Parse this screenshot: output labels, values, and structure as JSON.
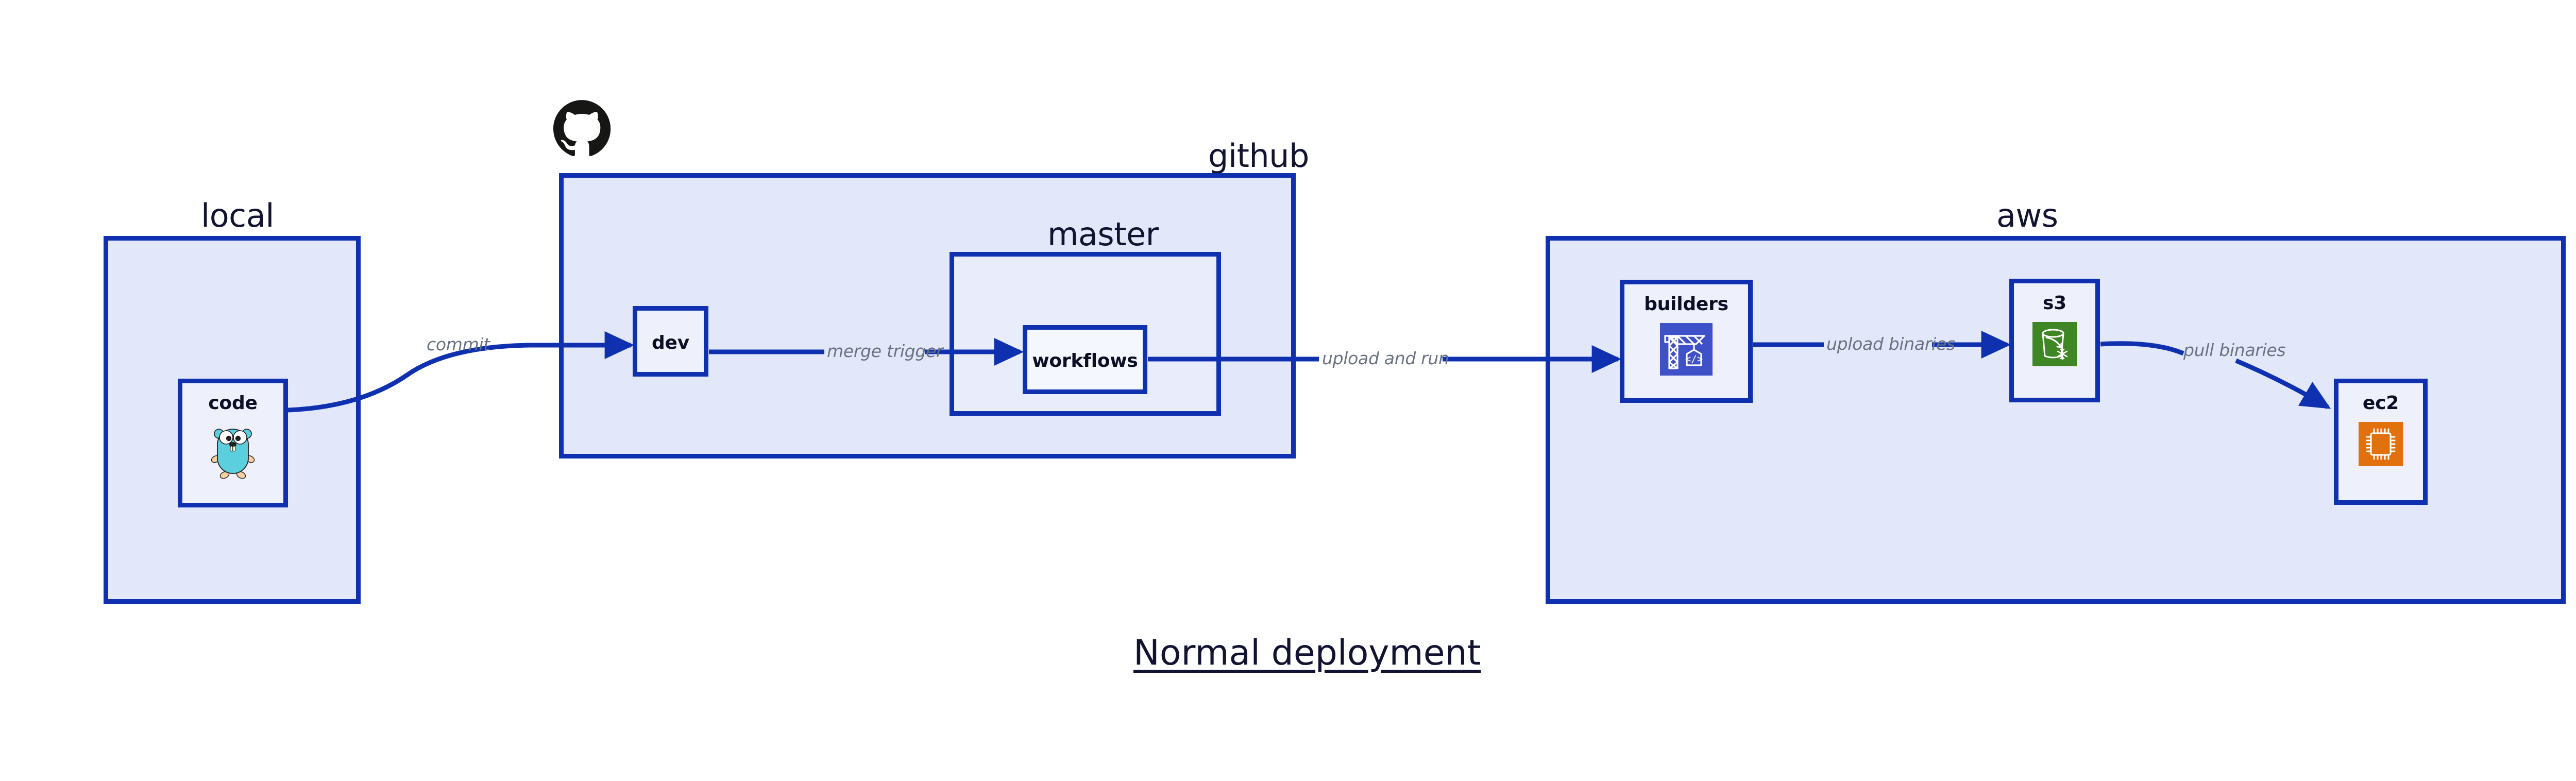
{
  "diagram": {
    "title": "Normal deployment",
    "colors": {
      "group_fill": "#e2e7fa",
      "group_stroke": "#0f31b0",
      "node_fill": "#eef1fc",
      "edge_label": "#6a7183",
      "builders_icon_bg": "#3f51c8",
      "s3_icon_bg": "#3f8624",
      "ec2_icon_bg": "#e0710d",
      "gopher_body": "#5ccfdf",
      "github_logo": "#161614"
    },
    "groups": [
      {
        "id": "local",
        "label": "local"
      },
      {
        "id": "github",
        "label": "github"
      },
      {
        "id": "master",
        "label": "master"
      },
      {
        "id": "aws",
        "label": "aws"
      }
    ],
    "nodes": [
      {
        "id": "code",
        "label": "code",
        "icon": "go-gopher-icon",
        "group": "local"
      },
      {
        "id": "dev",
        "label": "dev",
        "icon": "none",
        "group": "github"
      },
      {
        "id": "workflows",
        "label": "workflows",
        "icon": "none",
        "group": "master"
      },
      {
        "id": "builders",
        "label": "builders",
        "icon": "aws-crane-icon",
        "group": "aws"
      },
      {
        "id": "s3",
        "label": "s3",
        "icon": "aws-bucket-icon",
        "group": "aws"
      },
      {
        "id": "ec2",
        "label": "ec2",
        "icon": "aws-chip-icon",
        "group": "aws"
      }
    ],
    "edges": [
      {
        "id": "commit",
        "from": "code",
        "to": "dev",
        "label": "commit"
      },
      {
        "id": "merge-trigger",
        "from": "dev",
        "to": "workflows",
        "label": "merge trigger"
      },
      {
        "id": "upload-and-run",
        "from": "workflows",
        "to": "builders",
        "label": "upload and run"
      },
      {
        "id": "upload-binaries",
        "from": "builders",
        "to": "s3",
        "label": "upload binaries"
      },
      {
        "id": "pull-binaries",
        "from": "s3",
        "to": "ec2",
        "label": "pull binaries"
      }
    ],
    "logos": [
      {
        "id": "github-octocat",
        "icon": "github-logo-icon"
      }
    ]
  }
}
